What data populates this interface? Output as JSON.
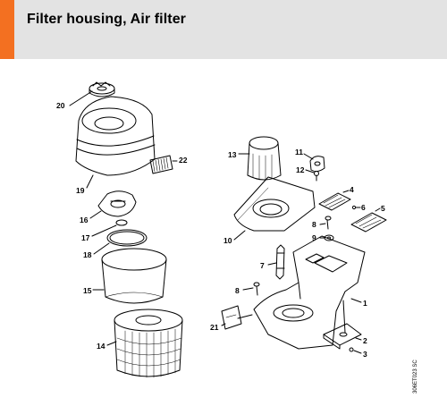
{
  "header": {
    "title": "Filter housing, Air filter",
    "accent_color": "#f37021",
    "band_color": "#e3e3e3"
  },
  "drawing_code": "306ET023 SC",
  "labels": {
    "p1": "1",
    "p2": "2",
    "p3": "3",
    "p4": "4",
    "p5": "5",
    "p6": "6",
    "p7": "7",
    "p8a": "8",
    "p8b": "8",
    "p9": "9",
    "p10": "10",
    "p11": "11",
    "p12": "12",
    "p13": "13",
    "p14": "14",
    "p15": "15",
    "p16": "16",
    "p17": "17",
    "p18": "18",
    "p19": "19",
    "p20": "20",
    "p21": "21",
    "p22": "22"
  }
}
